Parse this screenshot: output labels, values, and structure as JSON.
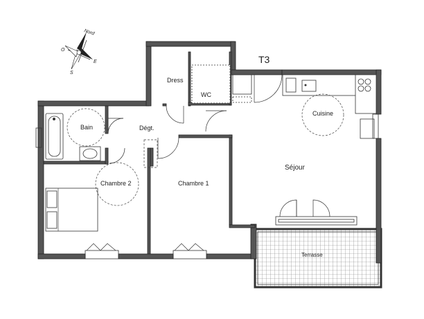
{
  "plan": {
    "unit_label": "T3",
    "compass": {
      "north": "Nord",
      "east": "E",
      "south": "S",
      "west": "O"
    },
    "rooms": {
      "dress": "Dress",
      "wc": "WC",
      "bain": "Bain",
      "degt": "Dégt.",
      "cuisine": "Cuisine",
      "sejour": "Séjour",
      "chambre2": "Chambre 2",
      "chambre1": "Chambre 1",
      "terrasse": "Terrasse"
    }
  }
}
